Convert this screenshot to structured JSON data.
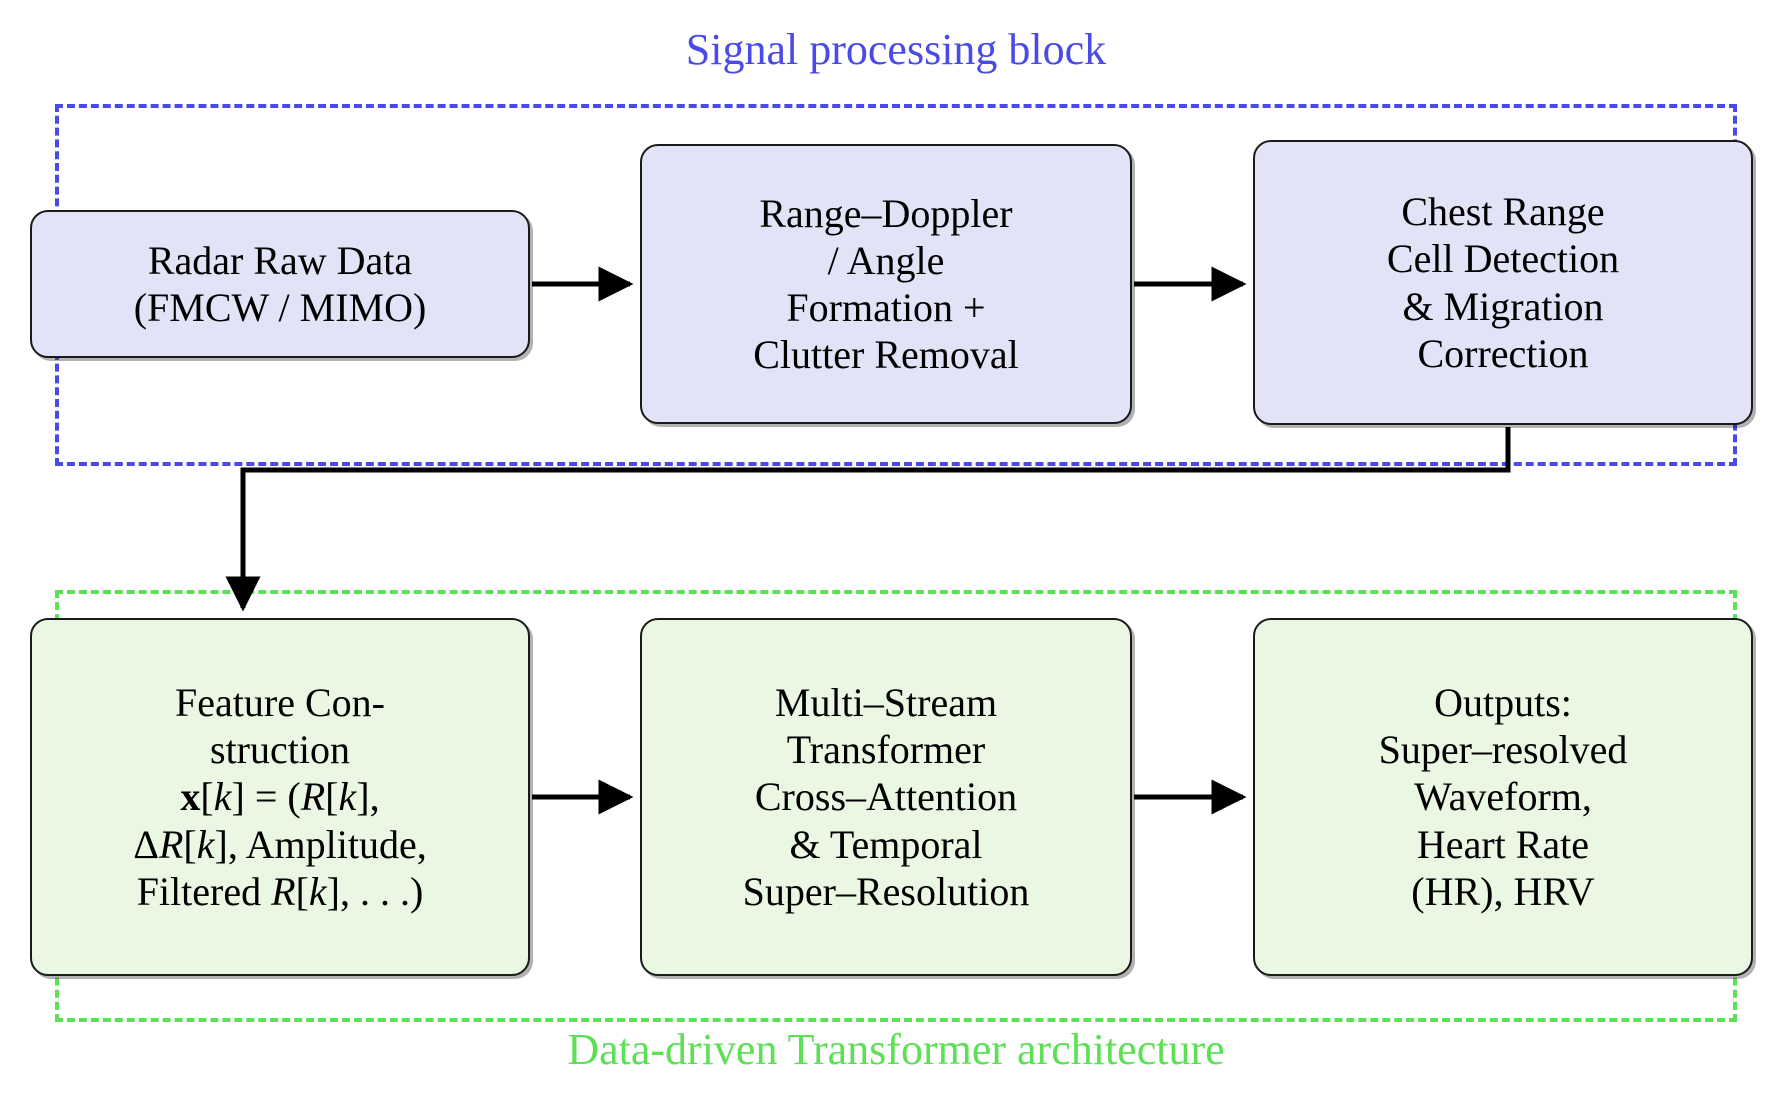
{
  "diagram": {
    "title_top": "Signal processing block",
    "title_bottom": "Data-driven Transformer architecture",
    "colors": {
      "signal_block_accent": "#4a4ae8",
      "transformer_block_accent": "#5ce055",
      "signal_box_fill": "#e3e3f8",
      "transformer_box_fill": "#e9f7e3",
      "box_border": "#1a1a1a",
      "arrow": "#000000",
      "background": "#ffffff"
    }
  },
  "signal_block": {
    "caption": "Signal processing block",
    "nodes": [
      {
        "id": "radar-raw-data",
        "lines": [
          "Radar Raw Data",
          "(FMCW / MIMO)"
        ]
      },
      {
        "id": "range-doppler",
        "lines": [
          "Range–Doppler",
          "/ Angle",
          "Formation +",
          "Clutter Removal"
        ]
      },
      {
        "id": "chest-range",
        "lines": [
          "Chest Range",
          "Cell Detection",
          "& Migration",
          "Correction"
        ]
      }
    ]
  },
  "transformer_block": {
    "caption": "Data-driven Transformer architecture",
    "nodes": [
      {
        "id": "feature-construction",
        "lines": [
          "Feature Con-",
          "struction",
          "x[k] = (R[k],",
          "ΔR[k], Amplitude,",
          "Filtered R[k], . . .)"
        ],
        "formula_parts": {
          "l3_a": "x",
          "l3_b": "[",
          "l3_c": "k",
          "l3_d": "] = (",
          "l3_e": "R",
          "l3_f": "[",
          "l3_g": "k",
          "l3_h": "],",
          "l4_a": "Δ",
          "l4_b": "R",
          "l4_c": "[",
          "l4_d": "k",
          "l4_e": "], Amplitude,",
          "l5_a": "Filtered ",
          "l5_b": "R",
          "l5_c": "[",
          "l5_d": "k",
          "l5_e": "], . . .)"
        }
      },
      {
        "id": "multi-stream-transformer",
        "lines": [
          "Multi–Stream",
          "Transformer",
          "Cross–Attention",
          "& Temporal",
          "Super–Resolution"
        ]
      },
      {
        "id": "outputs",
        "lines": [
          "Outputs:",
          "Super–resolved",
          "Waveform,",
          "Heart Rate",
          "(HR), HRV"
        ]
      }
    ]
  },
  "connectors": [
    {
      "id": "raw-to-rd",
      "from": "radar-raw-data",
      "to": "range-doppler",
      "style": "straight-right"
    },
    {
      "id": "rd-to-chest",
      "from": "range-doppler",
      "to": "chest-range",
      "style": "straight-right"
    },
    {
      "id": "chest-to-feature",
      "from": "chest-range",
      "to": "feature-construction",
      "style": "down-left-down"
    },
    {
      "id": "feature-to-tf",
      "from": "feature-construction",
      "to": "multi-stream-transformer",
      "style": "straight-right"
    },
    {
      "id": "tf-to-outputs",
      "from": "multi-stream-transformer",
      "to": "outputs",
      "style": "straight-right"
    }
  ]
}
